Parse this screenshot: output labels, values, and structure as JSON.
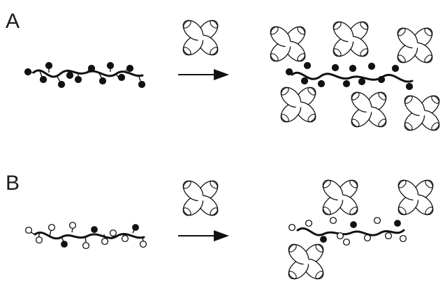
{
  "panels": [
    {
      "label": "A",
      "ligand_states": [
        "filled",
        "filled",
        "filled",
        "filled",
        "filled",
        "filled",
        "filled",
        "filled",
        "filled",
        "filled",
        "filled",
        "filled"
      ],
      "bound_states": [
        "filled",
        "filled",
        "filled",
        "filled",
        "filled",
        "filled",
        "filled",
        "filled",
        "filled",
        "filled",
        "filled",
        "filled"
      ],
      "bound_receptor_count": 6
    },
    {
      "label": "B",
      "ligand_states": [
        "open",
        "open",
        "open",
        "filled",
        "open",
        "open",
        "filled",
        "open",
        "open",
        "open",
        "filled",
        "open"
      ],
      "bound_states": [
        "open",
        "open",
        "filled",
        "open",
        "open",
        "open",
        "filled",
        "open",
        "open",
        "open",
        "filled",
        "open"
      ],
      "bound_receptor_count": 3
    }
  ],
  "colors": {
    "ink": "#111111",
    "background": "#ffffff",
    "open_ligand": "#ffffff",
    "filled_ligand": "#111111"
  },
  "icons": {
    "receptor": "four-lobed-receptor-icon",
    "arrow": "right-arrow-icon"
  }
}
